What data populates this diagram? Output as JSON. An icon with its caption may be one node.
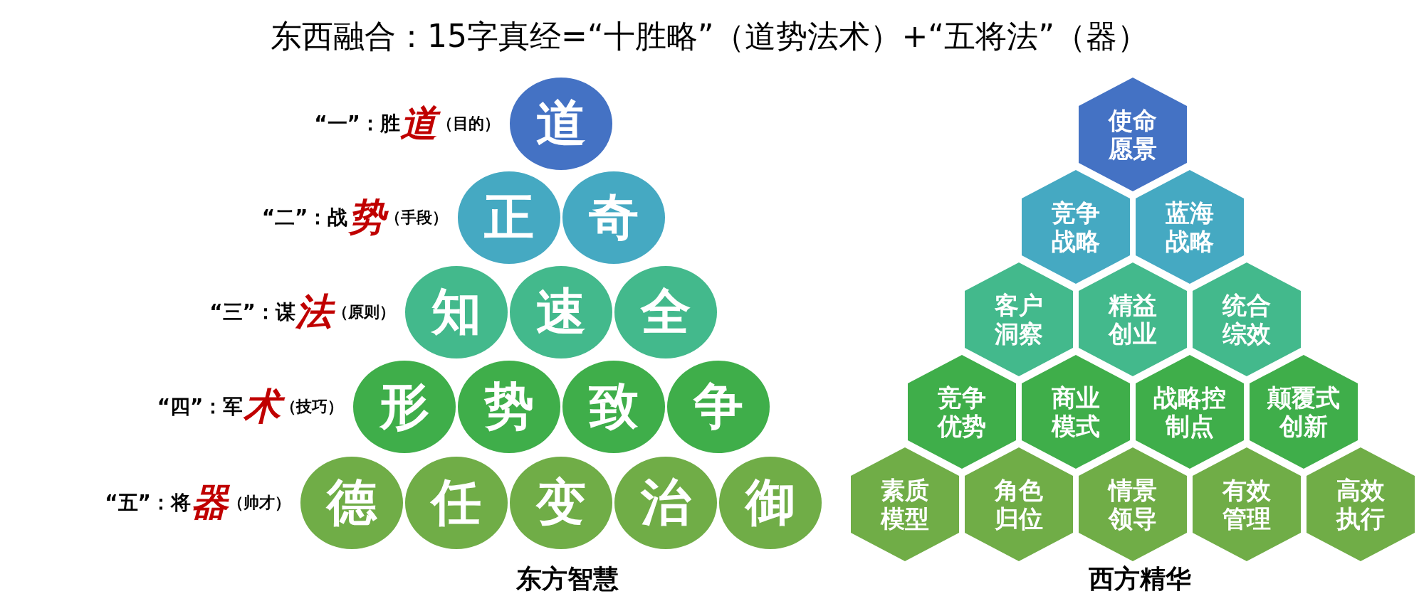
{
  "diagram": {
    "title": "东西融合：15字真经=“十胜略”（道势法术）+“五将法”（器）",
    "nodes": [
      {
        "text": [
          "道"
        ]
      },
      {
        "text": [
          "正"
        ]
      },
      {
        "text": [
          "奇"
        ]
      },
      {
        "text": [
          "知"
        ]
      },
      {
        "text": [
          "速"
        ]
      },
      {
        "text": [
          "全"
        ]
      },
      {
        "text": [
          "形"
        ]
      },
      {
        "text": [
          "势"
        ]
      },
      {
        "text": [
          "致"
        ]
      },
      {
        "text": [
          "争"
        ]
      },
      {
        "text": [
          "德"
        ]
      },
      {
        "text": [
          "任"
        ]
      },
      {
        "text": [
          "变"
        ]
      },
      {
        "text": [
          "治"
        ]
      },
      {
        "text": [
          "御"
        ]
      },
      {
        "text": [
          "使命愿景"
        ]
      },
      {
        "text": [
          "竞争战略"
        ]
      },
      {
        "text": [
          "蓝海战略"
        ]
      },
      {
        "text": [
          "客户洞察"
        ]
      },
      {
        "text": [
          "精益创业"
        ]
      },
      {
        "text": [
          "统合综效"
        ]
      },
      {
        "text": [
          "竞争优势"
        ]
      },
      {
        "text": [
          "商业模式"
        ]
      },
      {
        "text": [
          "战略控制点"
        ]
      },
      {
        "text": [
          "颠覆式创新"
        ]
      },
      {
        "text": [
          "素质模型"
        ]
      },
      {
        "text": [
          "角色归位"
        ]
      },
      {
        "text": [
          "情景领导"
        ]
      },
      {
        "text": [
          "有效管理"
        ]
      },
      {
        "text": [
          "高效执行"
        ]
      }
    ],
    "edges": [],
    "labels": [
      "“一”：胜",
      "道",
      "（目的）",
      "“二”：战",
      "势",
      "（手段）",
      "“三”：谋",
      "法",
      "（原则）",
      "“四”：军",
      "术",
      "（技巧）",
      "“五”：将",
      "器",
      "（帅才）",
      "东方智慧",
      "西方精华"
    ]
  }
}
